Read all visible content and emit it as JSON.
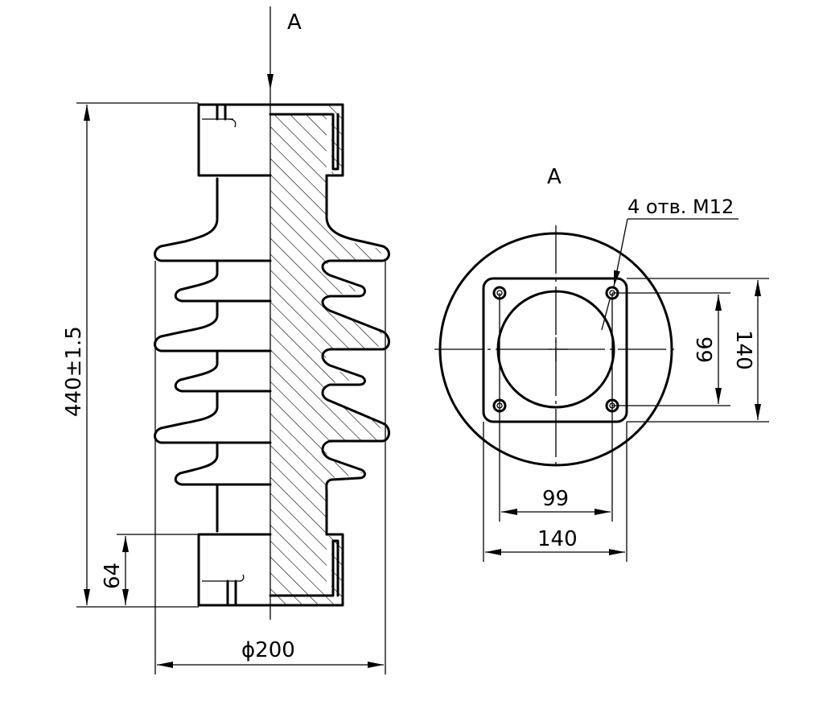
{
  "view_marker": "A",
  "view_title": "A",
  "side_view": {
    "height_dim": "440±1.5",
    "flange_height_dim": "64",
    "diameter_dim": "ϕ200"
  },
  "end_view": {
    "holes_note": "4 отв. M12",
    "inner_h_dim": "99",
    "outer_h_dim": "140",
    "inner_v_dim": "99",
    "outer_v_dim": "140"
  }
}
